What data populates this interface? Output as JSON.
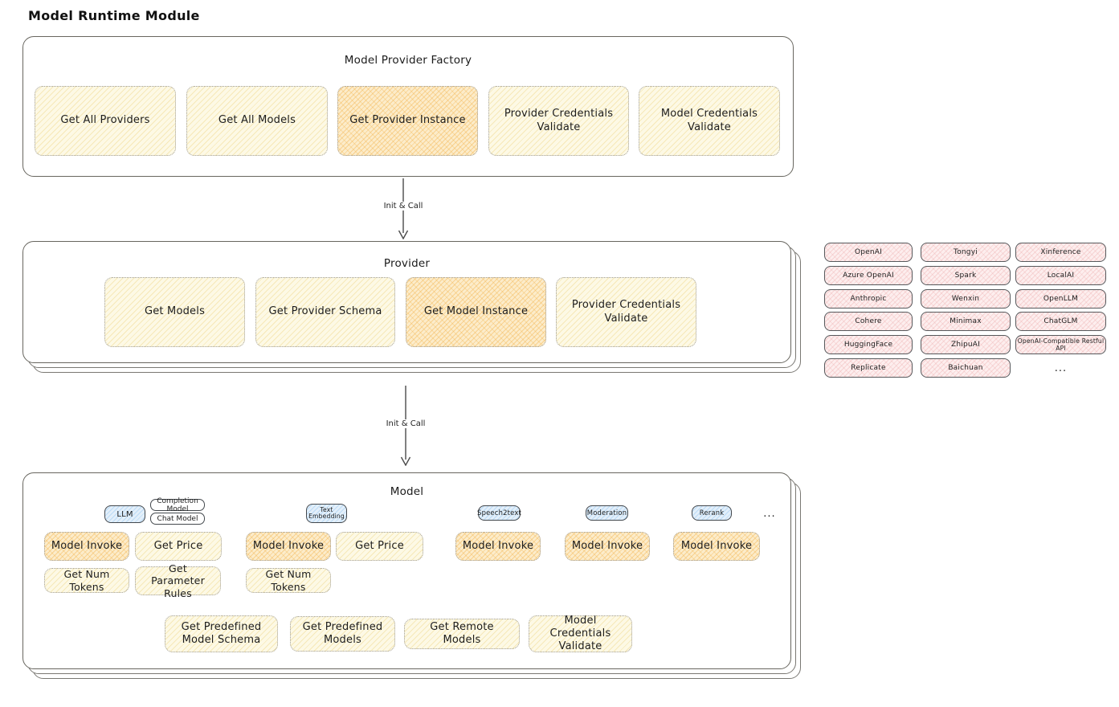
{
  "title": "Model Runtime Module",
  "factory": {
    "label": "Model Provider Factory",
    "items": [
      {
        "label": "Get All Providers"
      },
      {
        "label": "Get All Models"
      },
      {
        "label": "Get Provider Instance"
      },
      {
        "label": "Provider Credentials Validate"
      },
      {
        "label": "Model Credentials Validate"
      }
    ]
  },
  "arrow1": {
    "label": "Init & Call"
  },
  "arrow2": {
    "label": "Init & Call"
  },
  "provider": {
    "label": "Provider",
    "items": [
      {
        "label": "Get Models"
      },
      {
        "label": "Get Provider Schema"
      },
      {
        "label": "Get Model Instance"
      },
      {
        "label": "Provider Credentials Validate"
      }
    ]
  },
  "providers_grid": {
    "columns": [
      [
        "OpenAI",
        "Azure OpenAI",
        "Anthropic",
        "Cohere",
        "HuggingFace",
        "Replicate"
      ],
      [
        "Tongyi",
        "Spark",
        "Wenxin",
        "Minimax",
        "ZhipuAI",
        "Baichuan"
      ],
      [
        "Xinference",
        "LocalAI",
        "OpenLLM",
        "ChatGLM",
        "OpenAI-Compatible Restful API"
      ]
    ],
    "ellipsis": "..."
  },
  "model": {
    "label": "Model",
    "tabs_ellipsis": "...",
    "groups": [
      {
        "tab": "LLM",
        "subtab_top": "Completion Model",
        "subtab_bottom": "Chat Model",
        "fn_invoke": "Model Invoke",
        "fn_price": "Get Price",
        "fn_tokens": "Get Num Tokens",
        "fn_rules": "Get Parameter Rules"
      },
      {
        "tab": "Text Embedding",
        "fn_invoke": "Model Invoke",
        "fn_price": "Get Price",
        "fn_tokens": "Get Num Tokens"
      },
      {
        "tab": "Speech2text",
        "fn_invoke": "Model Invoke"
      },
      {
        "tab": "Moderation",
        "fn_invoke": "Model Invoke"
      },
      {
        "tab": "Rerank",
        "fn_invoke": "Model Invoke"
      }
    ],
    "shared": [
      {
        "label": "Get Predefined Model Schema"
      },
      {
        "label": "Get Predefined Models"
      },
      {
        "label": "Get Remote Models"
      },
      {
        "label": "Model Credentials Validate"
      }
    ]
  },
  "colors": {
    "yellow_fill": "#fdf9e5",
    "orange_fill": "#fcecca",
    "blue_fill": "#e3effa",
    "pink_fill": "#fdeeee",
    "box_border": "#68665f",
    "dotted_border": "#9f9d98",
    "arrow": "#4a4a4a"
  }
}
